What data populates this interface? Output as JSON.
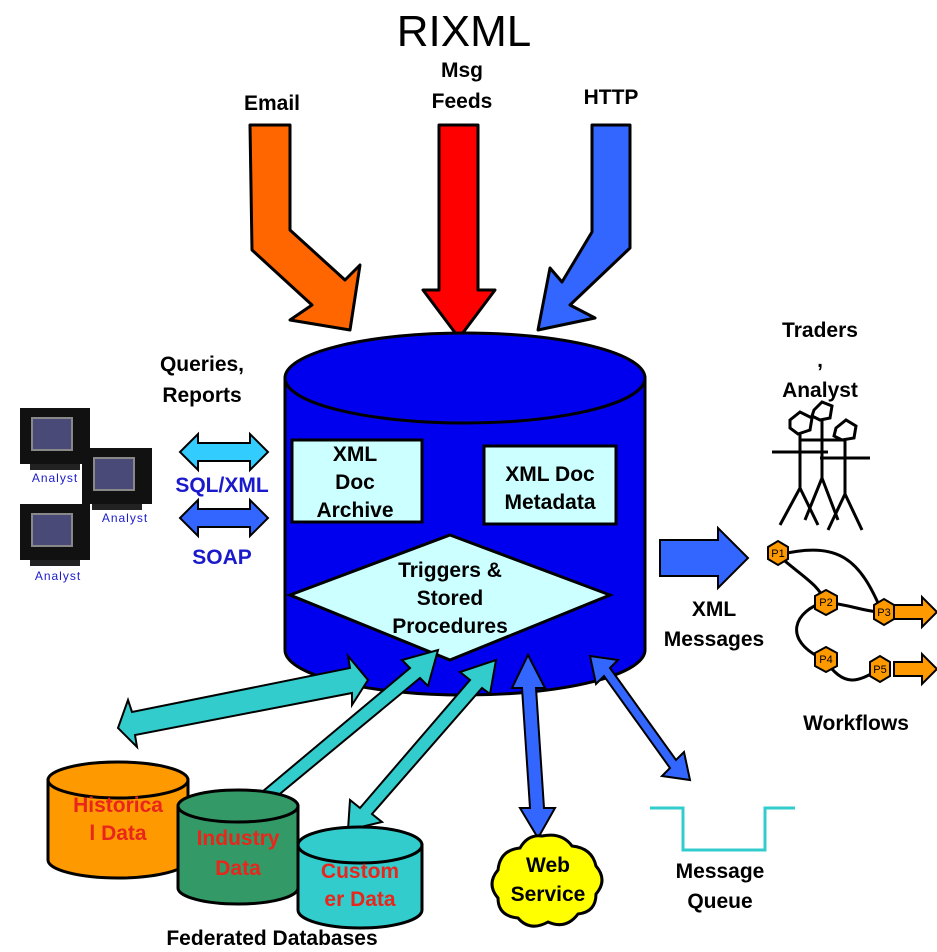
{
  "title": "RIXML",
  "inputs": {
    "email": "Email",
    "msg_feeds_1": "Msg",
    "msg_feeds_2": "Feeds",
    "http": "HTTP"
  },
  "left": {
    "queries_1": "Queries,",
    "queries_2": "Reports",
    "sql_xml": "SQL/XML",
    "soap": "SOAP",
    "analyst": "Analyst"
  },
  "db": {
    "archive_1": "XML",
    "archive_2": "Doc",
    "archive_3": "Archive",
    "meta_1": "XML Doc",
    "meta_2": "Metadata",
    "trig_1": "Triggers &",
    "trig_2": "Stored",
    "trig_3": "Procedures"
  },
  "right": {
    "traders_1": "Traders",
    "traders_2": ",",
    "traders_3": "Analyst",
    "xml_msgs_1": "XML",
    "xml_msgs_2": "Messages",
    "workflows": "Workflows",
    "p1": "P1",
    "p2": "P2",
    "p3": "P3",
    "p4": "P4",
    "p5": "P5"
  },
  "bottom": {
    "hist_1": "Historica",
    "hist_2": "l Data",
    "ind_1": "Industry",
    "ind_2": "Data",
    "cust_1": "Custom",
    "cust_2": "er Data",
    "web_1": "Web",
    "web_2": "Service",
    "mq_1": "Message",
    "mq_2": "Queue",
    "federated": "Federated Databases"
  },
  "colors": {
    "db_blue": "#0000ee",
    "box_fill": "#ccffff",
    "email_arrow": "#ff6600",
    "feeds_arrow": "#ff0000",
    "http_arrow": "#3366ff",
    "teal": "#33cccc",
    "hist_fill": "#ff9900",
    "ind_fill": "#339966",
    "web_fill": "#ffff00"
  }
}
